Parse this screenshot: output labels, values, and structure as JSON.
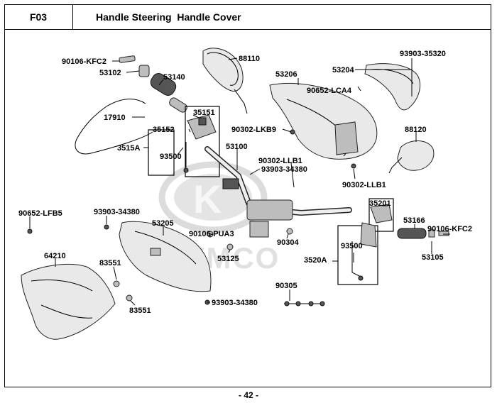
{
  "header": {
    "code": "F03",
    "title": "Handle Steering  Handle Cover"
  },
  "footer": {
    "page": "- 42 -"
  },
  "watermark": {
    "text": "KYMCO"
  },
  "labels": {
    "p90106_kfc2_top": "90106-KFC2",
    "p53102": "53102",
    "p53140": "53140",
    "p88110": "88110",
    "p93903_35320": "93903-35320",
    "p53204": "53204",
    "p53206": "53206",
    "p90652_lca4": "90652-LCA4",
    "p17910": "17910",
    "p35151": "35151",
    "p35152": "35152",
    "p3515a": "3515A",
    "p93500_left": "93500",
    "p90302_lkb9": "90302-LKB9",
    "p88120": "88120",
    "p53100": "53100",
    "p90302_llb1_a": "90302-LLB1",
    "p93903_34380_top": "93903-34380",
    "p90302_llb1_b": "90302-LLB1",
    "p90652_lfb5": "90652-LFB5",
    "p93903_34380_mid": "93903-34380",
    "p53205": "53205",
    "p35201": "35201",
    "p53166": "53166",
    "p90106_kfc2_right": "90106-KFC2",
    "p90106_pua3": "90106-PUA3",
    "p90304": "90304",
    "p93500_right": "93500",
    "p53105": "53105",
    "p64210": "64210",
    "p83551_a": "83551",
    "p53125": "53125",
    "p3520a": "3520A",
    "p83551_b": "83551",
    "p90305": "90305",
    "p93903_34380_bot": "93903-34380"
  }
}
